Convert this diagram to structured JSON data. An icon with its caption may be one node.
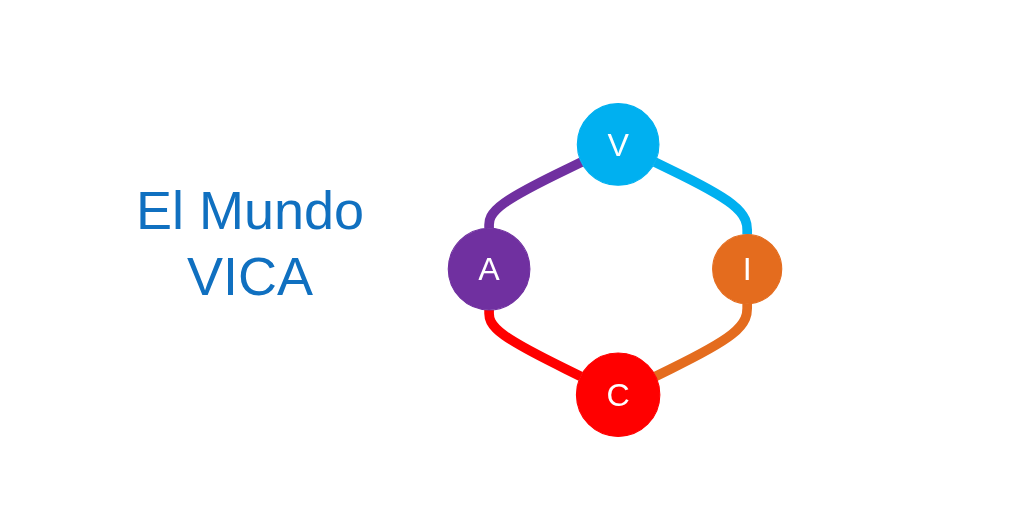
{
  "diagram": {
    "title": "El Mundo VICA",
    "nodes": [
      {
        "text": [
          "V"
        ]
      },
      {
        "text": [
          "A"
        ]
      },
      {
        "text": [
          "I"
        ]
      },
      {
        "text": [
          "C"
        ]
      }
    ],
    "edges": [
      {
        "from": 0,
        "to": 1,
        "arrow": "none",
        "color": "#7030a0"
      },
      {
        "from": 0,
        "to": 2,
        "arrow": "none",
        "color": "#00b0f0"
      },
      {
        "from": 1,
        "to": 3,
        "arrow": "none",
        "color": "#ff0000"
      },
      {
        "from": 2,
        "to": 3,
        "arrow": "none",
        "color": "#e46c1e"
      }
    ]
  }
}
